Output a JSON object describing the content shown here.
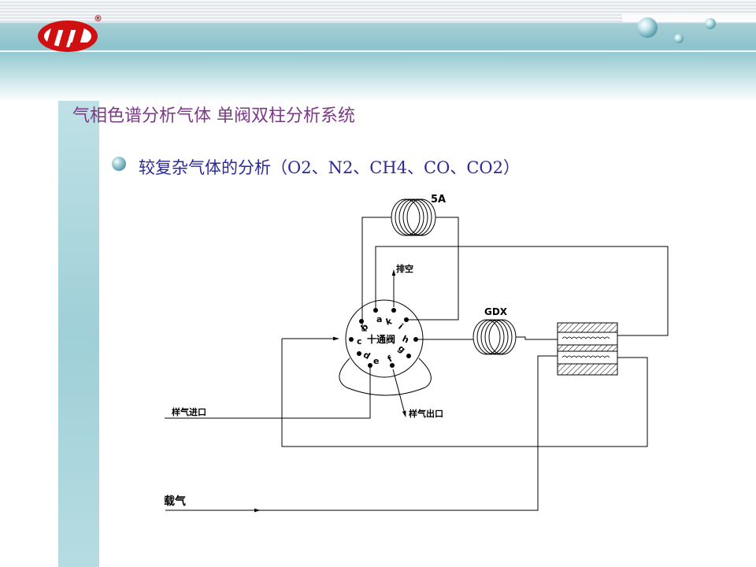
{
  "header": {
    "registered_mark": "®",
    "title": "气相色谱分析气体 单阀双柱分析系统"
  },
  "bullet": {
    "text": "较复杂气体的分析（O2、N2、CH4、CO、CO2）"
  },
  "diagram": {
    "column_5a": "5A",
    "column_gdx": "GDX",
    "vent": "排空",
    "valve": "十通阀",
    "sample_in": "样气进口",
    "sample_out": "样气出口",
    "carrier": "载气",
    "ports": [
      "a",
      "b",
      "c",
      "d",
      "e",
      "f",
      "g",
      "h",
      "i",
      "k"
    ]
  },
  "colors": {
    "title": "#7a3a86",
    "bullet_text": "#2a2a9a",
    "logo_red": "#d01010",
    "header_teal": "#8cc3cc"
  }
}
